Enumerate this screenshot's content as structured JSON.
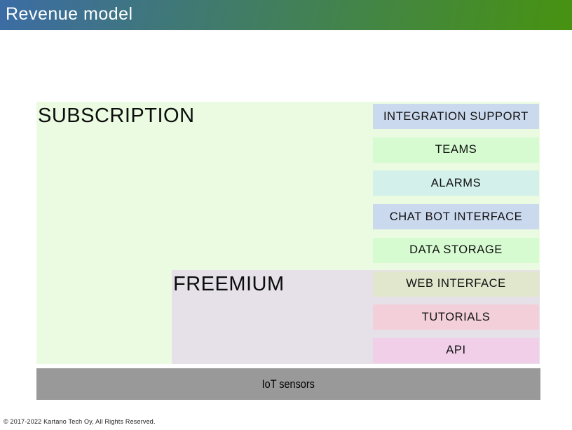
{
  "header": {
    "title": "Revenue model",
    "gradient_from": "#3c6ca5",
    "gradient_to": "#479310",
    "text_color": "#ffffff"
  },
  "tiers": {
    "subscription": {
      "label": "SUBSCRIPTION",
      "color": "#ebfbe1"
    },
    "freemium": {
      "label": "FREEMIUM",
      "color": "#e6e1e9"
    }
  },
  "features": [
    {
      "label": "INTEGRATION SUPPORT",
      "color": "#cbd9ee"
    },
    {
      "label": "TEAMS",
      "color": "#d6fbd1"
    },
    {
      "label": "ALARMS",
      "color": "#d3f0ea"
    },
    {
      "label": "CHAT BOT INTERFACE",
      "color": "#cbd9ee"
    },
    {
      "label": "DATA STORAGE",
      "color": "#d6fbd1"
    },
    {
      "label": "WEB INTERFACE",
      "color": "#e1e7cd"
    },
    {
      "label": "TUTORIALS",
      "color": "#f3d0d9"
    },
    {
      "label": "API",
      "color": "#f1cfe9"
    }
  ],
  "base": {
    "label": "IoT sensors",
    "color": "#999999"
  },
  "footer": {
    "copyright": "© 2017-2022 Kartano Tech Oy, All Rights Reserved."
  }
}
